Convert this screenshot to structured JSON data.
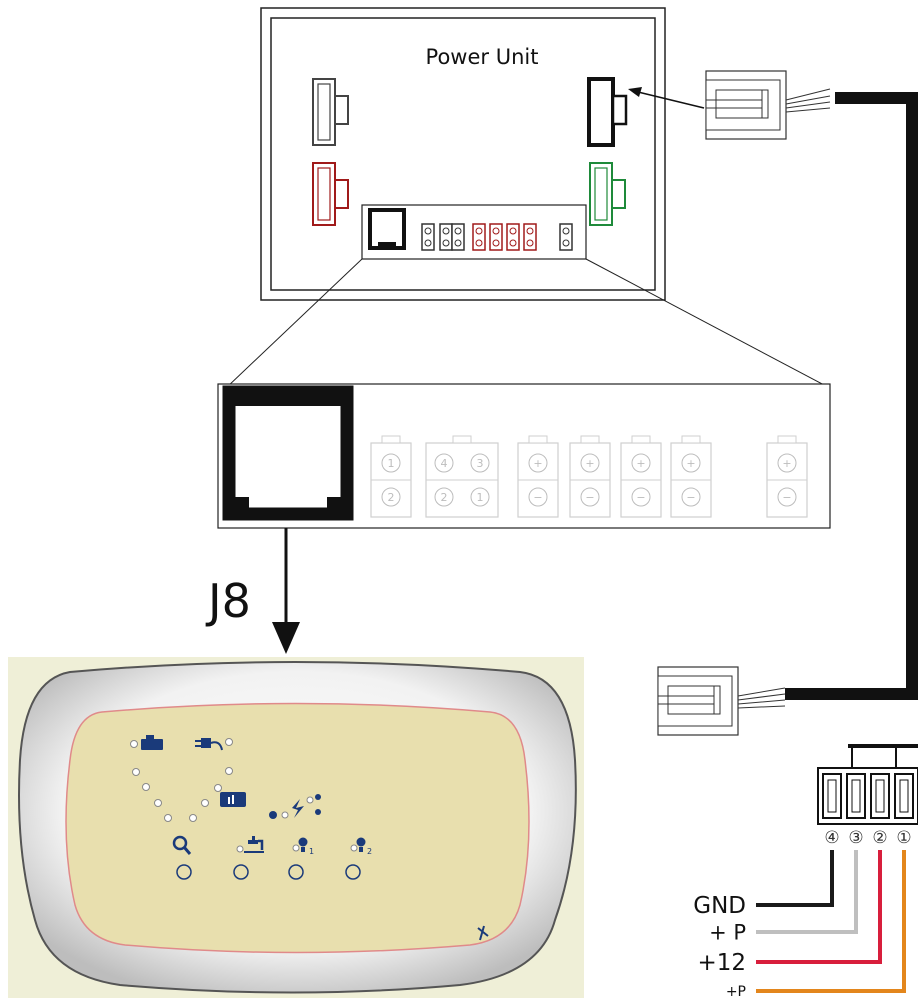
{
  "power_unit": {
    "title": "Power Unit"
  },
  "connector_label": "J8",
  "detail_pins": {
    "pair_a": [
      "1",
      "2"
    ],
    "pair_b": [
      "4",
      "3",
      "2",
      "1"
    ],
    "polarity": [
      "+",
      "−"
    ]
  },
  "plug_pins": [
    "④",
    "③",
    "②",
    "①"
  ],
  "wires": [
    {
      "label": "GND",
      "color": "#1a1a1a"
    },
    {
      "label": "+ P",
      "color": "#bfbfbf"
    },
    {
      "label": "+12",
      "color": "#d81e3c"
    },
    {
      "label": "+P",
      "color": "#e3861c"
    }
  ],
  "colors": {
    "connector_white": "#444444",
    "connector_black": "#111111",
    "connector_red": "#a01a1a",
    "connector_green": "#1e8a3a",
    "cable": "#111111",
    "panel_bg": "#efefd7",
    "panel_face": "#e8dfae",
    "panel_icons": "#1a3a7a"
  },
  "panel_icons": [
    "heater-icon",
    "plug-icon",
    "thermometer-icon",
    "pump-icon",
    "search-icon",
    "faucet-icon",
    "light-1-icon",
    "light-2-icon"
  ]
}
